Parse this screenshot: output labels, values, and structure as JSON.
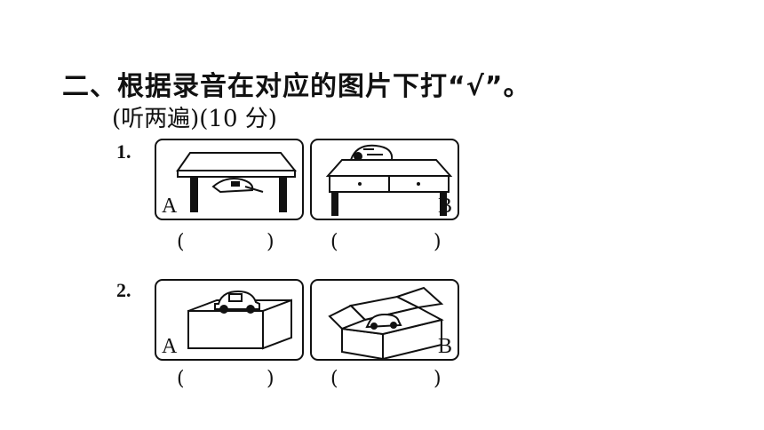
{
  "header": {
    "title": "二、根据录音在对应的图片下打“√”。",
    "subtitle": "(听两遍)(10 分)"
  },
  "questions": [
    {
      "number": "1.",
      "options": [
        {
          "letter": "A",
          "icon": "cap-under-table",
          "open_paren": "(",
          "close_paren": ")"
        },
        {
          "letter": "B",
          "icon": "cap-on-desk",
          "open_paren": "(",
          "close_paren": ")"
        }
      ]
    },
    {
      "number": "2.",
      "options": [
        {
          "letter": "A",
          "icon": "car-on-box",
          "open_paren": "(",
          "close_paren": ")"
        },
        {
          "letter": "B",
          "icon": "car-in-box",
          "open_paren": "(",
          "close_paren": ")"
        }
      ]
    }
  ]
}
